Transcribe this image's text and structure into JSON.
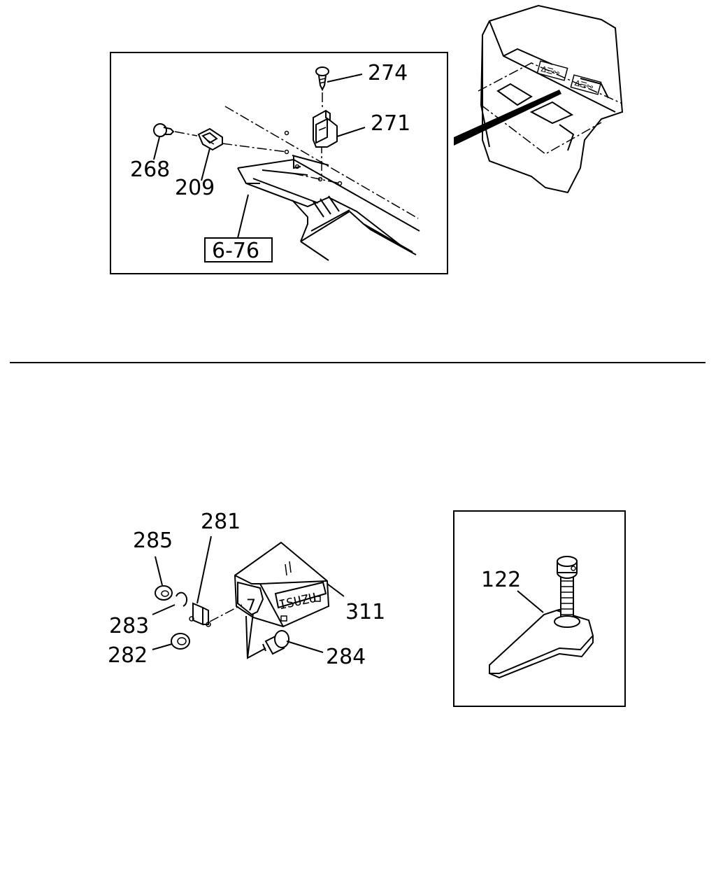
{
  "diagram": {
    "upper_inset": {
      "labels": {
        "part_274": "274",
        "part_271": "271",
        "part_268": "268",
        "part_209": "209",
        "ref_box": "6-76"
      }
    },
    "cab": {
      "mirror_labels": [
        "Δ☰⚯",
        "Δ☰⚯"
      ]
    },
    "lower_left": {
      "labels": {
        "part_281": "281",
        "part_285": "285",
        "part_283": "283",
        "part_282": "282",
        "part_311": "311",
        "part_284": "284"
      },
      "box_brand": "ISUZU",
      "box_symbol": "7"
    },
    "lower_right_inset": {
      "labels": {
        "part_122": "122"
      }
    }
  }
}
